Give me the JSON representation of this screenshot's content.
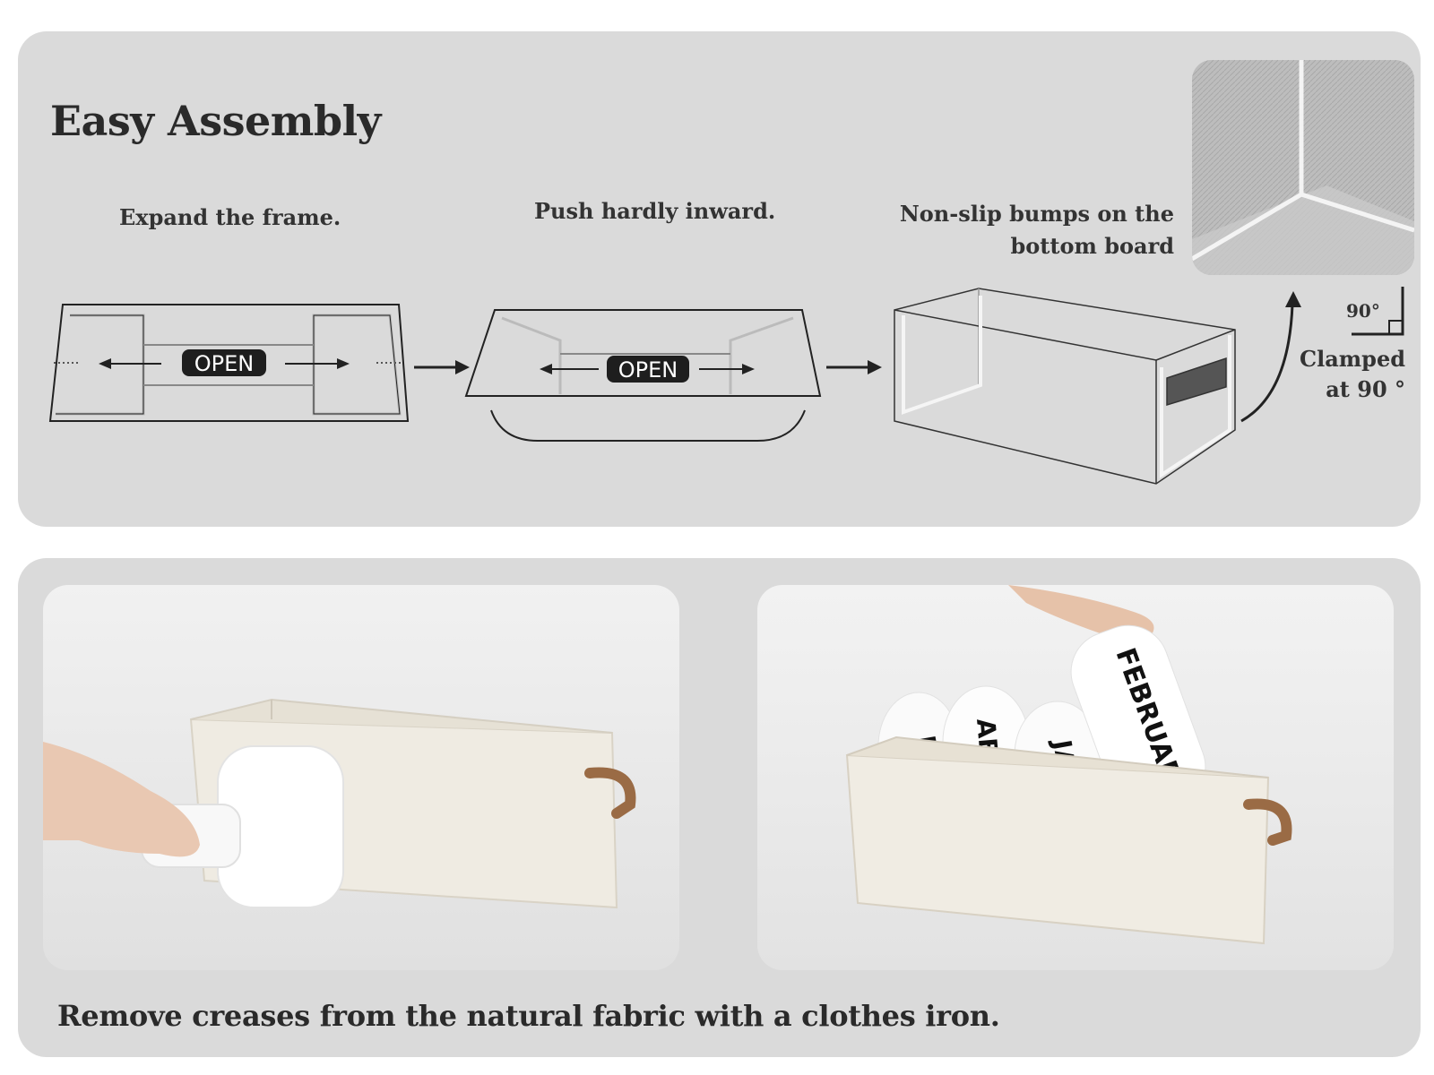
{
  "title": "Easy Assembly",
  "steps": [
    {
      "label": "Expand the frame.",
      "badge": "OPEN"
    },
    {
      "label": "Push hardly inward.",
      "badge": "OPEN"
    },
    {
      "label_line1": "Non-slip bumps on the",
      "label_line2": "bottom board"
    }
  ],
  "clamp": {
    "degree_mark": "90°",
    "label_line1": "Clamped",
    "label_line2": "at 90 °"
  },
  "towel_labels": [
    "FEBRUARY",
    "ABER",
    "JA",
    "RY"
  ],
  "caption": "Remove creases from the natural fabric with a clothes iron."
}
